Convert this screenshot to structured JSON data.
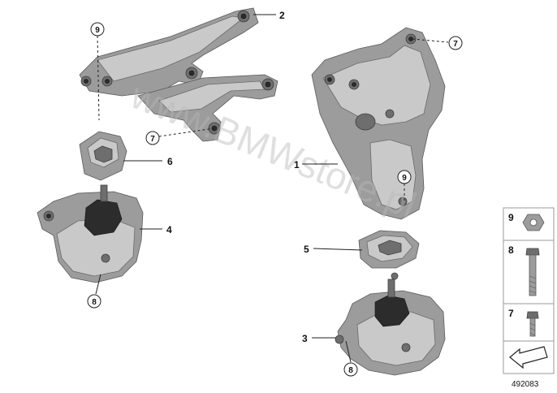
{
  "callouts": {
    "c1": "1",
    "c2": "2",
    "c3": "3",
    "c4": "4",
    "c5": "5",
    "c6": "6",
    "c7_top_right": "7",
    "c7_left": "7",
    "c8_left": "8",
    "c8_right": "8",
    "c9_left": "9",
    "c9_right": "9"
  },
  "legend": {
    "item_nut": "9",
    "item_bolt": "8",
    "item_screw": "7"
  },
  "watermark": "www.BMWstore.pl",
  "doc_number": "492083",
  "icons": [
    "arrow-icon",
    "nut-icon",
    "bolt-icon",
    "screw-icon"
  ]
}
